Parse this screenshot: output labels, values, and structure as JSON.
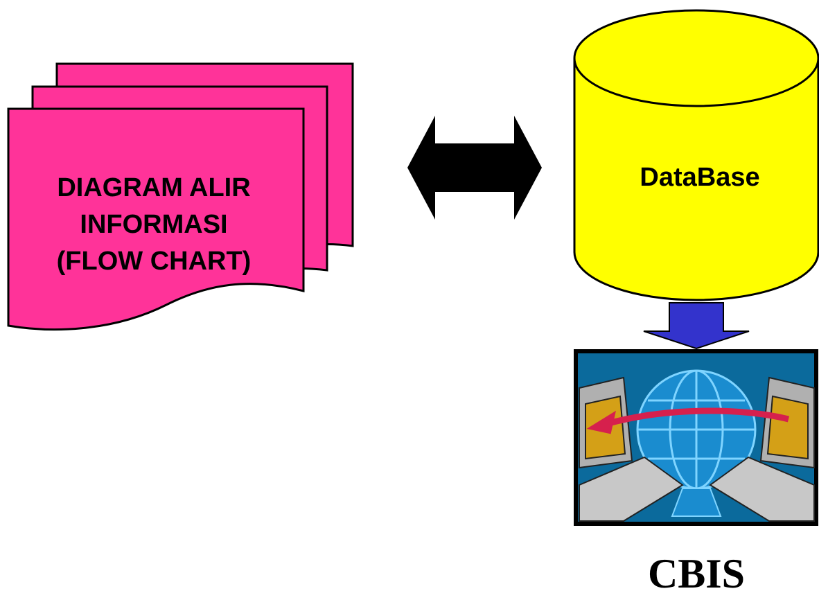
{
  "document": {
    "lines": [
      "DIAGRAM ALIR",
      "INFORMASI",
      "(FLOW CHART)"
    ],
    "color": "#ff3399"
  },
  "database": {
    "label": "DataBase",
    "color": "#ffff00"
  },
  "arrow_down_color": "#3333cc",
  "network_icon": {
    "icon": "computer-network-globe-icon",
    "frame_color": "#000000",
    "sky_color": "#0b6a9c",
    "globe_color": "#1a8ccf"
  },
  "caption": "CBIS"
}
